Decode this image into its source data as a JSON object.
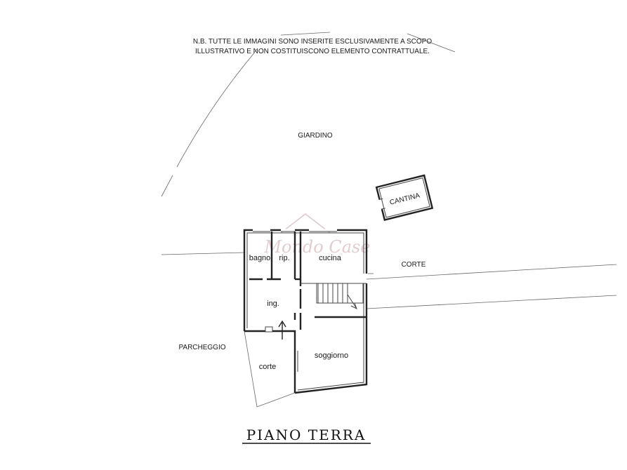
{
  "note": {
    "line1": "N.B. TUTTE LE IMMAGINI SONO INSERITE ESCLUSIVAMENTE A SCOPO",
    "line2": "ILLUSTRATIVO E NON COSTITUISCONO ELEMENTO CONTRATTUALE."
  },
  "areas": {
    "garden": "GIARDINO",
    "cellar": "CANTINA",
    "courtyard_east": "CORTE",
    "parking": "PARCHEGGIO",
    "courtyard_west": "corte"
  },
  "rooms": {
    "bathroom": "bagno",
    "storage": "rip.",
    "kitchen": "cucina",
    "entrance": "ing.",
    "living": "soggiorno"
  },
  "watermark": "Mondo Case",
  "plan_title": "PIANO TERRA"
}
